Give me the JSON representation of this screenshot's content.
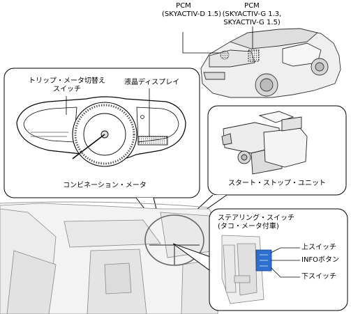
{
  "labels": {
    "pcm_label": "PCM",
    "pcm_diesel_variant": "(SKYACTIV-D 1.5)",
    "pcm_gasoline_line1": "(SKYACTIV-G 1.3,",
    "pcm_gasoline_line2": "SKYACTIV-G 1.5)",
    "trip_switch_line1": "トリップ・メータ切替え",
    "trip_switch_line2": "スイッチ",
    "lcd_display": "液晶ディスプレイ",
    "combination_meter": "コンビネーション・メータ",
    "start_stop_unit": "スタート・ストップ・ユニット",
    "steering_switch_line1": "ステアリング・スイッチ",
    "steering_switch_line2": "(タコ・メータ付車)",
    "up_switch": "上スイッチ",
    "info_button": "INFOボタン",
    "down_switch": "下スイッチ"
  },
  "colors": {
    "accent_blue": "#2f6fd0",
    "pcm_dot": "#d8d8d8",
    "outline": "#222222",
    "panel_fill": "#ffffff",
    "car_fill": "#eeeeee",
    "interior_fill": "#f1f1f1"
  },
  "icons": [
    "pcm-module-icon",
    "steering-switch-icon"
  ]
}
